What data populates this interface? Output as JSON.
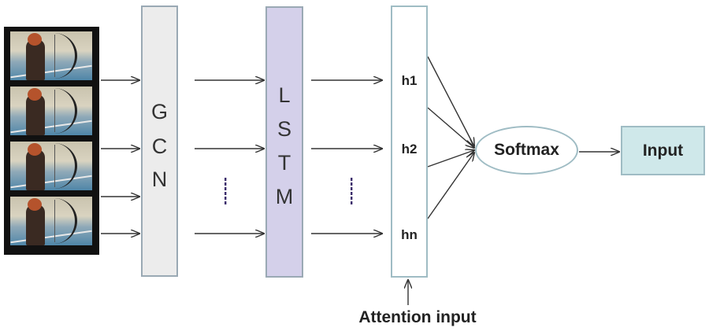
{
  "blocks": {
    "gcn_letters": [
      "G",
      "C",
      "N"
    ],
    "lstm_letters": [
      "L",
      "S",
      "T",
      "M"
    ],
    "hidden_states": [
      "h1",
      "h2",
      "hn"
    ]
  },
  "softmax_label": "Softmax",
  "output_label": "Input",
  "attention_label": "Attention input",
  "colors": {
    "gcn_fill": "#ececec",
    "lstm_fill": "#d4d0ea",
    "output_fill": "#cfe8ea",
    "border": "#9fbcc4",
    "ellipsis": "#3b2d6b"
  },
  "film_frames": 4
}
